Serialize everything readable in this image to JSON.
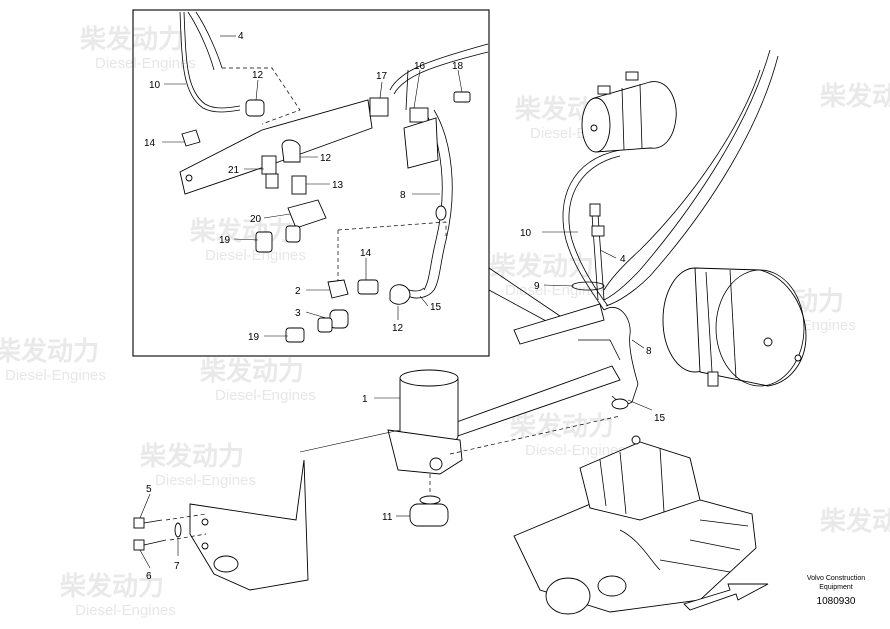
{
  "watermark": {
    "text_cn": "柴发动力",
    "text_en": "Diesel-Engines"
  },
  "callouts": {
    "c1": "1",
    "c2": "2",
    "c3": "3",
    "c4a": "4",
    "c4b": "4",
    "c5": "5",
    "c6": "6",
    "c7": "7",
    "c8a": "8",
    "c8b": "8",
    "c9": "9",
    "c10a": "10",
    "c10b": "10",
    "c11": "11",
    "c12a": "12",
    "c12b": "12",
    "c12c": "12",
    "c13": "13",
    "c14a": "14",
    "c14b": "14",
    "c15a": "15",
    "c15b": "15",
    "c16": "16",
    "c17": "17",
    "c18": "18",
    "c19a": "19",
    "c19b": "19",
    "c20": "20",
    "c21": "21"
  },
  "caption": {
    "line1": "Volvo Construction",
    "line2": "Equipment",
    "doc_number": "1080930"
  }
}
